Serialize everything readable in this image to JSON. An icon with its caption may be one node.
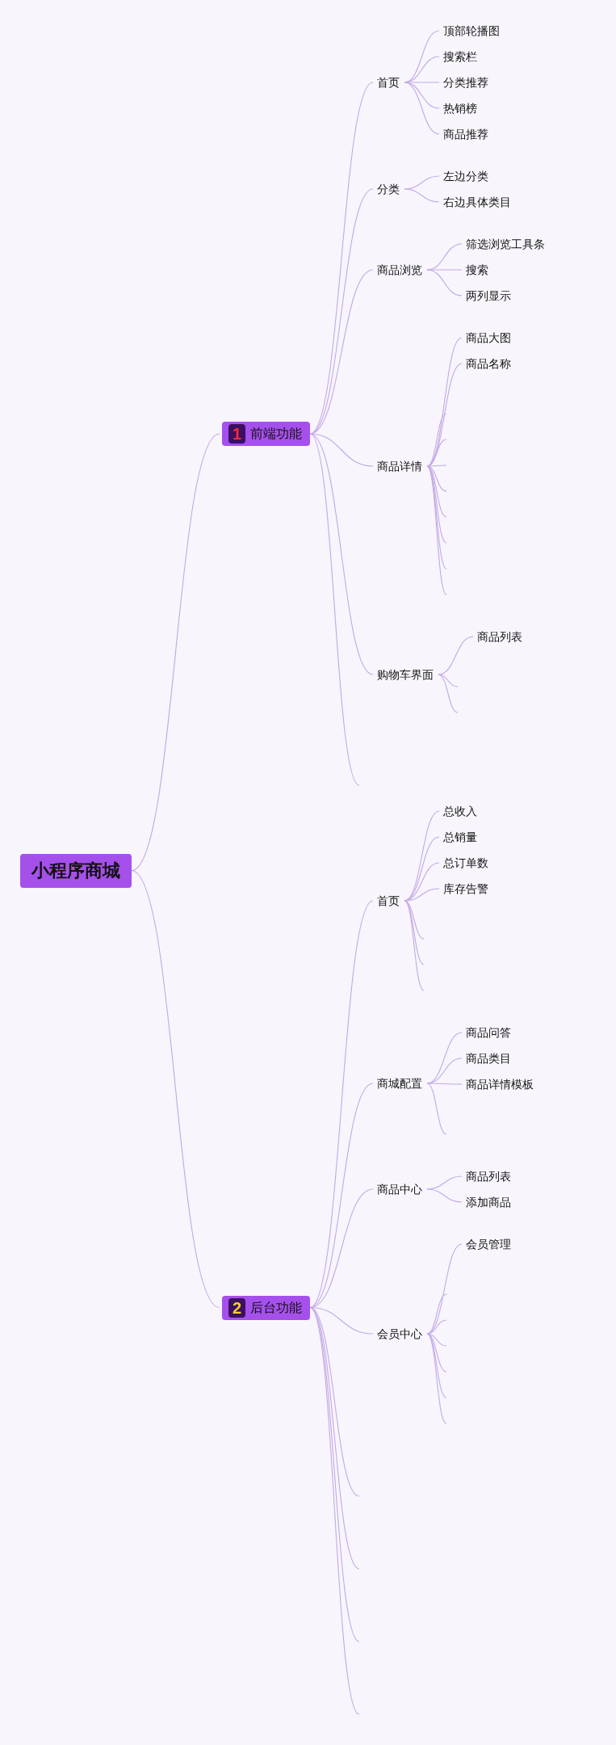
{
  "diagram": {
    "nodes": [
      {
        "text": [
          "小程序商城"
        ]
      },
      {
        "text": [
          "1",
          "前端功能"
        ]
      },
      {
        "text": [
          "首页"
        ]
      },
      {
        "text": [
          "顶部轮播图"
        ]
      },
      {
        "text": [
          "搜索栏"
        ]
      },
      {
        "text": [
          "分类推荐"
        ]
      },
      {
        "text": [
          "热销榜"
        ]
      },
      {
        "text": [
          "商品推荐"
        ]
      },
      {
        "text": [
          "分类"
        ]
      },
      {
        "text": [
          "左边分类"
        ]
      },
      {
        "text": [
          "右边具体类目"
        ]
      },
      {
        "text": [
          "商品浏览"
        ]
      },
      {
        "text": [
          "筛选浏览工具条"
        ]
      },
      {
        "text": [
          "搜索"
        ]
      },
      {
        "text": [
          "两列显示"
        ]
      },
      {
        "text": [
          "商品详情"
        ]
      },
      {
        "text": [
          "商品大图"
        ]
      },
      {
        "text": [
          "商品名称"
        ]
      },
      {
        "text": [
          "购物车界面"
        ]
      },
      {
        "text": [
          "商品列表"
        ]
      },
      {
        "text": [
          "2",
          "后台功能"
        ]
      },
      {
        "text": [
          "首页"
        ]
      },
      {
        "text": [
          "总收入"
        ]
      },
      {
        "text": [
          "总销量"
        ]
      },
      {
        "text": [
          "总订单数"
        ]
      },
      {
        "text": [
          "库存告警"
        ]
      },
      {
        "text": [
          "商城配置"
        ]
      },
      {
        "text": [
          "商品问答"
        ]
      },
      {
        "text": [
          "商品类目"
        ]
      },
      {
        "text": [
          "商品详情模板"
        ]
      },
      {
        "text": [
          "商品中心"
        ]
      },
      {
        "text": [
          "商品列表"
        ]
      },
      {
        "text": [
          "添加商品"
        ]
      },
      {
        "text": [
          "会员中心"
        ]
      },
      {
        "text": [
          "会员管理"
        ]
      }
    ],
    "edges": [
      {
        "from": 0,
        "to": 1,
        "arrow": "none"
      },
      {
        "from": 1,
        "to": 2,
        "arrow": "none"
      },
      {
        "from": 2,
        "to": 3,
        "arrow": "none"
      },
      {
        "from": 2,
        "to": 4,
        "arrow": "none"
      },
      {
        "from": 2,
        "to": 5,
        "arrow": "none"
      },
      {
        "from": 2,
        "to": 6,
        "arrow": "none"
      },
      {
        "from": 2,
        "to": 7,
        "arrow": "none"
      },
      {
        "from": 1,
        "to": 8,
        "arrow": "none"
      },
      {
        "from": 8,
        "to": 9,
        "arrow": "none"
      },
      {
        "from": 8,
        "to": 10,
        "arrow": "none"
      },
      {
        "from": 1,
        "to": 11,
        "arrow": "none"
      },
      {
        "from": 11,
        "to": 12,
        "arrow": "none"
      },
      {
        "from": 11,
        "to": 13,
        "arrow": "none"
      },
      {
        "from": 11,
        "to": 14,
        "arrow": "none"
      },
      {
        "from": 1,
        "to": 15,
        "arrow": "none"
      },
      {
        "from": 15,
        "to": 16,
        "arrow": "none"
      },
      {
        "from": 15,
        "to": 17,
        "arrow": "none"
      },
      {
        "from": 15,
        "to": null,
        "arrow": "none"
      },
      {
        "from": 15,
        "to": null,
        "arrow": "none"
      },
      {
        "from": 15,
        "to": null,
        "arrow": "none"
      },
      {
        "from": 15,
        "to": null,
        "arrow": "none"
      },
      {
        "from": 15,
        "to": null,
        "arrow": "none"
      },
      {
        "from": 15,
        "to": null,
        "arrow": "none"
      },
      {
        "from": 15,
        "to": null,
        "arrow": "none"
      },
      {
        "from": 15,
        "to": null,
        "arrow": "none"
      },
      {
        "from": 1,
        "to": 18,
        "arrow": "none"
      },
      {
        "from": 18,
        "to": 19,
        "arrow": "none"
      },
      {
        "from": 18,
        "to": null,
        "arrow": "none"
      },
      {
        "from": 18,
        "to": null,
        "arrow": "none"
      },
      {
        "from": 1,
        "to": null,
        "arrow": "none"
      },
      {
        "from": 0,
        "to": 20,
        "arrow": "none"
      },
      {
        "from": 20,
        "to": 21,
        "arrow": "none"
      },
      {
        "from": 21,
        "to": 22,
        "arrow": "none"
      },
      {
        "from": 21,
        "to": 23,
        "arrow": "none"
      },
      {
        "from": 21,
        "to": 24,
        "arrow": "none"
      },
      {
        "from": 21,
        "to": 25,
        "arrow": "none"
      },
      {
        "from": 21,
        "to": null,
        "arrow": "none"
      },
      {
        "from": 21,
        "to": null,
        "arrow": "none"
      },
      {
        "from": 21,
        "to": null,
        "arrow": "none"
      },
      {
        "from": 20,
        "to": 26,
        "arrow": "none"
      },
      {
        "from": 26,
        "to": 27,
        "arrow": "none"
      },
      {
        "from": 26,
        "to": 28,
        "arrow": "none"
      },
      {
        "from": 26,
        "to": 29,
        "arrow": "none"
      },
      {
        "from": 26,
        "to": null,
        "arrow": "none"
      },
      {
        "from": 20,
        "to": 30,
        "arrow": "none"
      },
      {
        "from": 30,
        "to": 31,
        "arrow": "none"
      },
      {
        "from": 30,
        "to": 32,
        "arrow": "none"
      },
      {
        "from": 20,
        "to": 33,
        "arrow": "none"
      },
      {
        "from": 33,
        "to": 34,
        "arrow": "none"
      },
      {
        "from": 33,
        "to": null,
        "arrow": "none"
      },
      {
        "from": 33,
        "to": null,
        "arrow": "none"
      },
      {
        "from": 33,
        "to": null,
        "arrow": "none"
      },
      {
        "from": 33,
        "to": null,
        "arrow": "none"
      },
      {
        "from": 33,
        "to": null,
        "arrow": "none"
      },
      {
        "from": 33,
        "to": null,
        "arrow": "none"
      },
      {
        "from": 20,
        "to": null,
        "arrow": "none"
      },
      {
        "from": 20,
        "to": null,
        "arrow": "none"
      },
      {
        "from": 20,
        "to": null,
        "arrow": "none"
      },
      {
        "from": 20,
        "to": null,
        "arrow": "none"
      }
    ]
  }
}
